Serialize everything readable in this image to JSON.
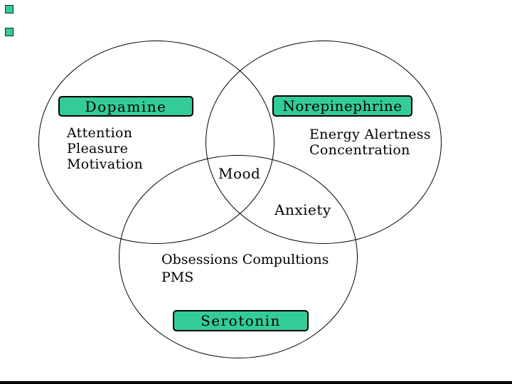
{
  "diagram": {
    "type": "venn",
    "topic": "neurotransmitters",
    "colors": {
      "box_fill": "#33CC99",
      "box_border": "#000000",
      "circle_outline": "#000000",
      "background": "#FFFFFF",
      "text": "#000000"
    },
    "venn": {
      "dopamine": {
        "label": "Dopamine",
        "traits": [
          "Attention",
          "Pleasure",
          "Motivation"
        ]
      },
      "norepinephrine": {
        "label": "Norepinephrine",
        "traits": [
          "Energy Alertness",
          "Concentration"
        ]
      },
      "serotonin": {
        "label": "Serotonin",
        "traits": [
          "Obsessions Compultions",
          "PMS"
        ]
      },
      "overlaps": {
        "center_all_three": "Mood",
        "norepinephrine_serotonin": "Anxiety"
      }
    },
    "decorations": {
      "bullet_marker_icon": "square",
      "marker_color": "#33CC99"
    }
  }
}
